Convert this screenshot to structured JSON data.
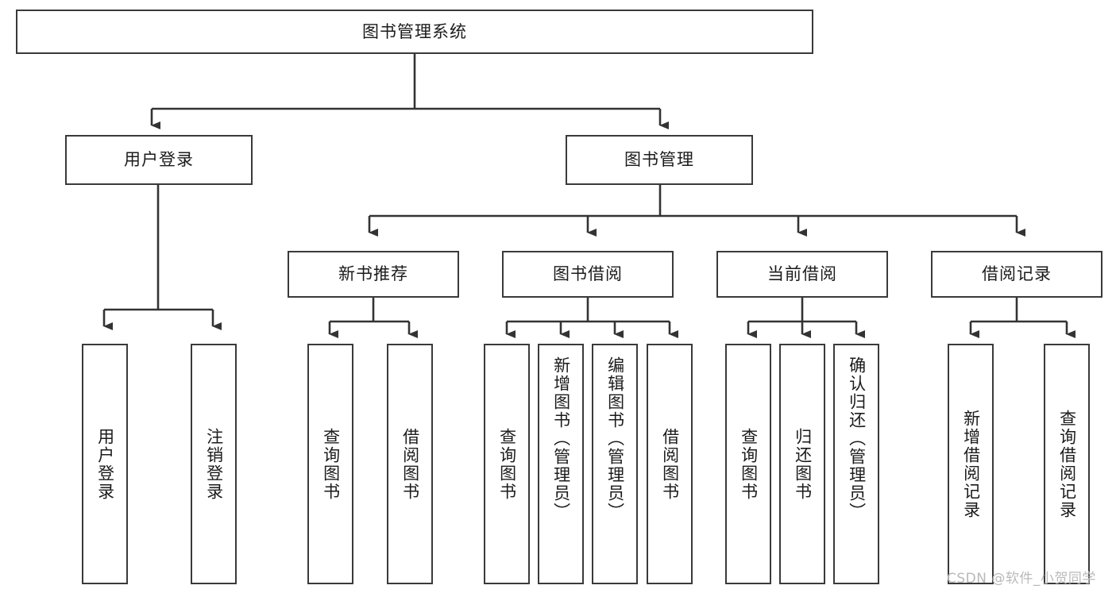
{
  "diagram": {
    "type": "tree",
    "title": "图书管理系统",
    "watermark": "CSDN @软件_小贺同学",
    "colors": {
      "box_border": "#3a3a3a",
      "box_fill": "#ffffff",
      "connector": "#333333",
      "text": "#1b1b1b",
      "watermark": "#b9b9b9",
      "background": "#ffffff"
    },
    "root": {
      "label": "图书管理系统"
    },
    "level2": [
      {
        "label": "用户登录"
      },
      {
        "label": "图书管理"
      }
    ],
    "level3": [
      {
        "label": "新书推荐"
      },
      {
        "label": "图书借阅"
      },
      {
        "label": "当前借阅"
      },
      {
        "label": "借阅记录"
      }
    ],
    "leaves": {
      "user_login": [
        {
          "label": "用户登录"
        },
        {
          "label": "注销登录"
        }
      ],
      "new_book_recommend": [
        {
          "label": "查询图书"
        },
        {
          "label": "借阅图书"
        }
      ],
      "book_borrow": [
        {
          "label": "查询图书"
        },
        {
          "label": "新增图书（管理员）"
        },
        {
          "label": "编辑图书（管理员）"
        },
        {
          "label": "借阅图书"
        }
      ],
      "current_borrow": [
        {
          "label": "查询图书"
        },
        {
          "label": "归还图书"
        },
        {
          "label": "确认归还（管理员）"
        }
      ],
      "borrow_record": [
        {
          "label": "新增借阅记录"
        },
        {
          "label": "查询借阅记录"
        }
      ]
    }
  }
}
